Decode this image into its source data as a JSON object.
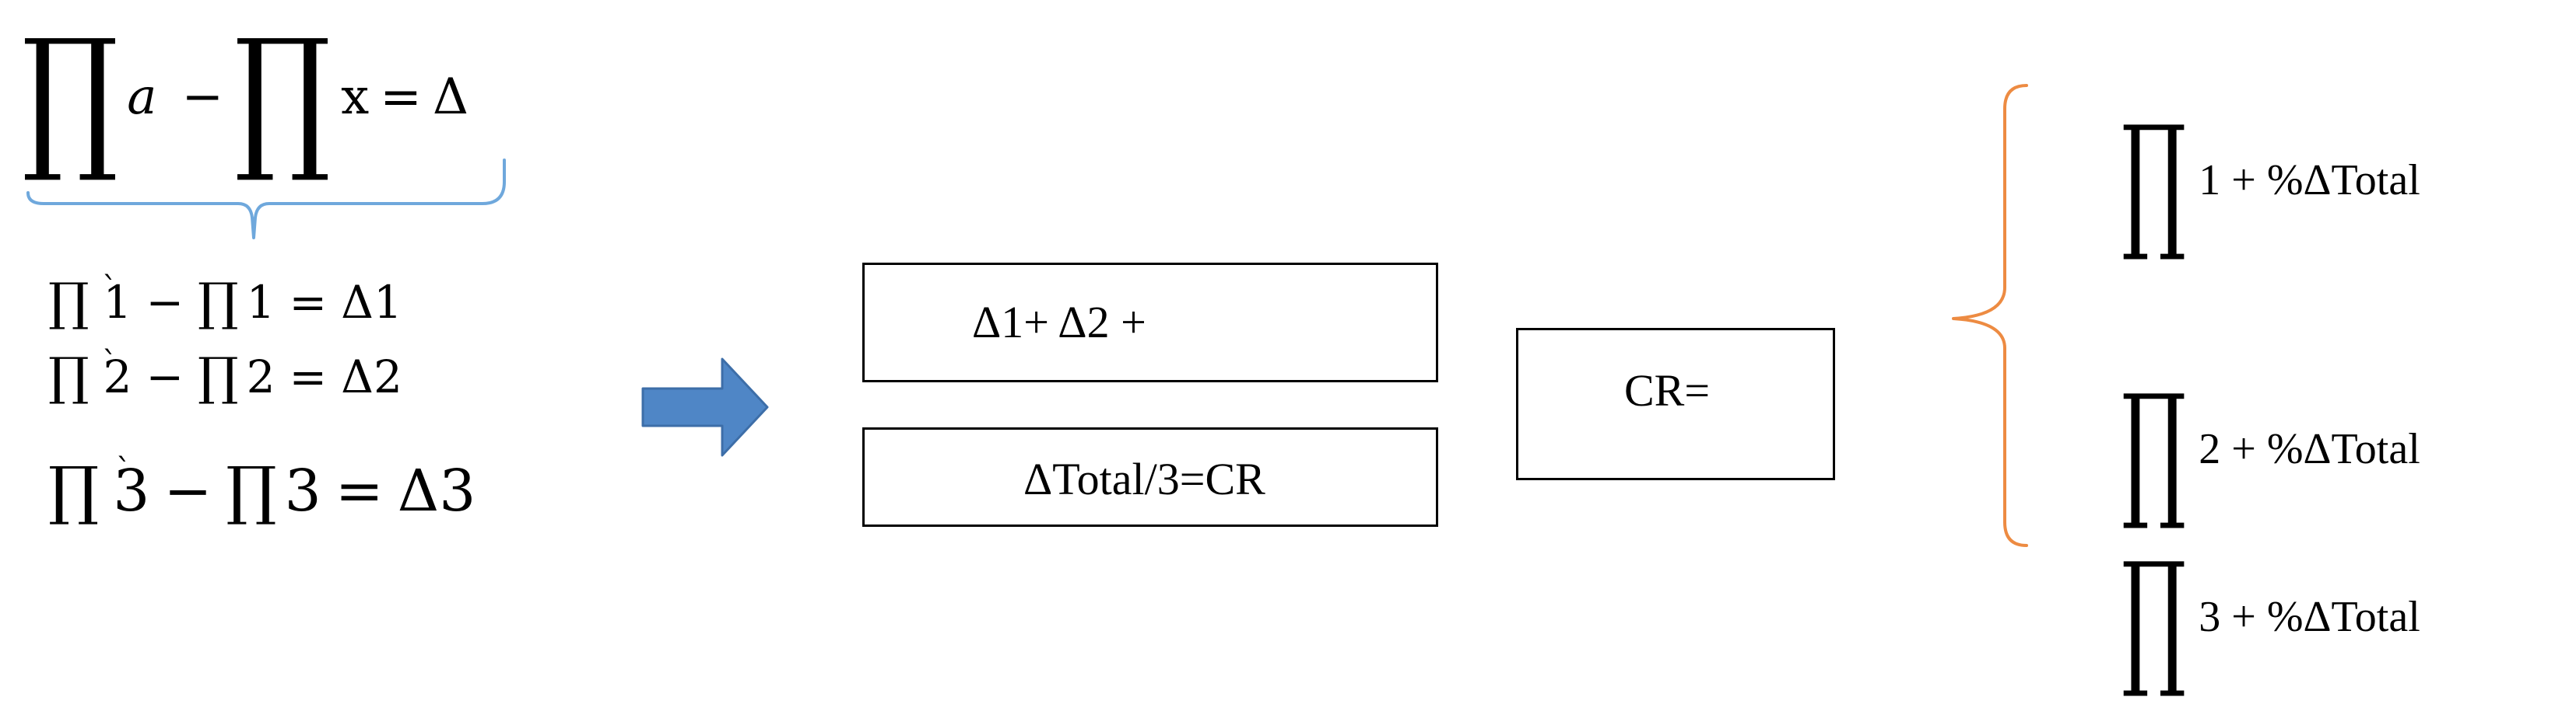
{
  "top_equation": {
    "prod1": "∏",
    "var_a": "a",
    "minus": "−",
    "prod2": "∏",
    "var_x": "x",
    "equals": "=",
    "delta": "Δ"
  },
  "left_equations": [
    {
      "prod_a": "∏",
      "term_a": "1",
      "accent": "̀",
      "minus": "−",
      "prod_b": "∏",
      "term_b": "1",
      "equals": "=",
      "result": "Δ1"
    },
    {
      "prod_a": "∏",
      "term_a": "2",
      "accent": "̀",
      "minus": "−",
      "prod_b": "∏",
      "term_b": "2",
      "equals": "=",
      "result": "Δ2"
    },
    {
      "prod_a": "∏",
      "term_a": "3",
      "accent": "̀",
      "minus": "−",
      "prod_b": "∏",
      "term_b": "3",
      "equals": "=",
      "result": "Δ3"
    }
  ],
  "boxes": {
    "sum": "Δ1+ Δ2 +",
    "average": "ΔTotal/3=CR",
    "cr": "CR="
  },
  "right_equations": [
    {
      "prod": "∏",
      "text": "1 + %ΔTotal"
    },
    {
      "prod": "∏",
      "text": "2 + %ΔTotal"
    },
    {
      "prod": "∏",
      "text": "3 + %ΔTotal"
    }
  ],
  "colors": {
    "blue_brace": "#6fa8dc",
    "arrow_fill": "#4f86c6",
    "arrow_stroke": "#3d6ea8",
    "orange_brace": "#ed8b42",
    "box_border": "#000000"
  }
}
